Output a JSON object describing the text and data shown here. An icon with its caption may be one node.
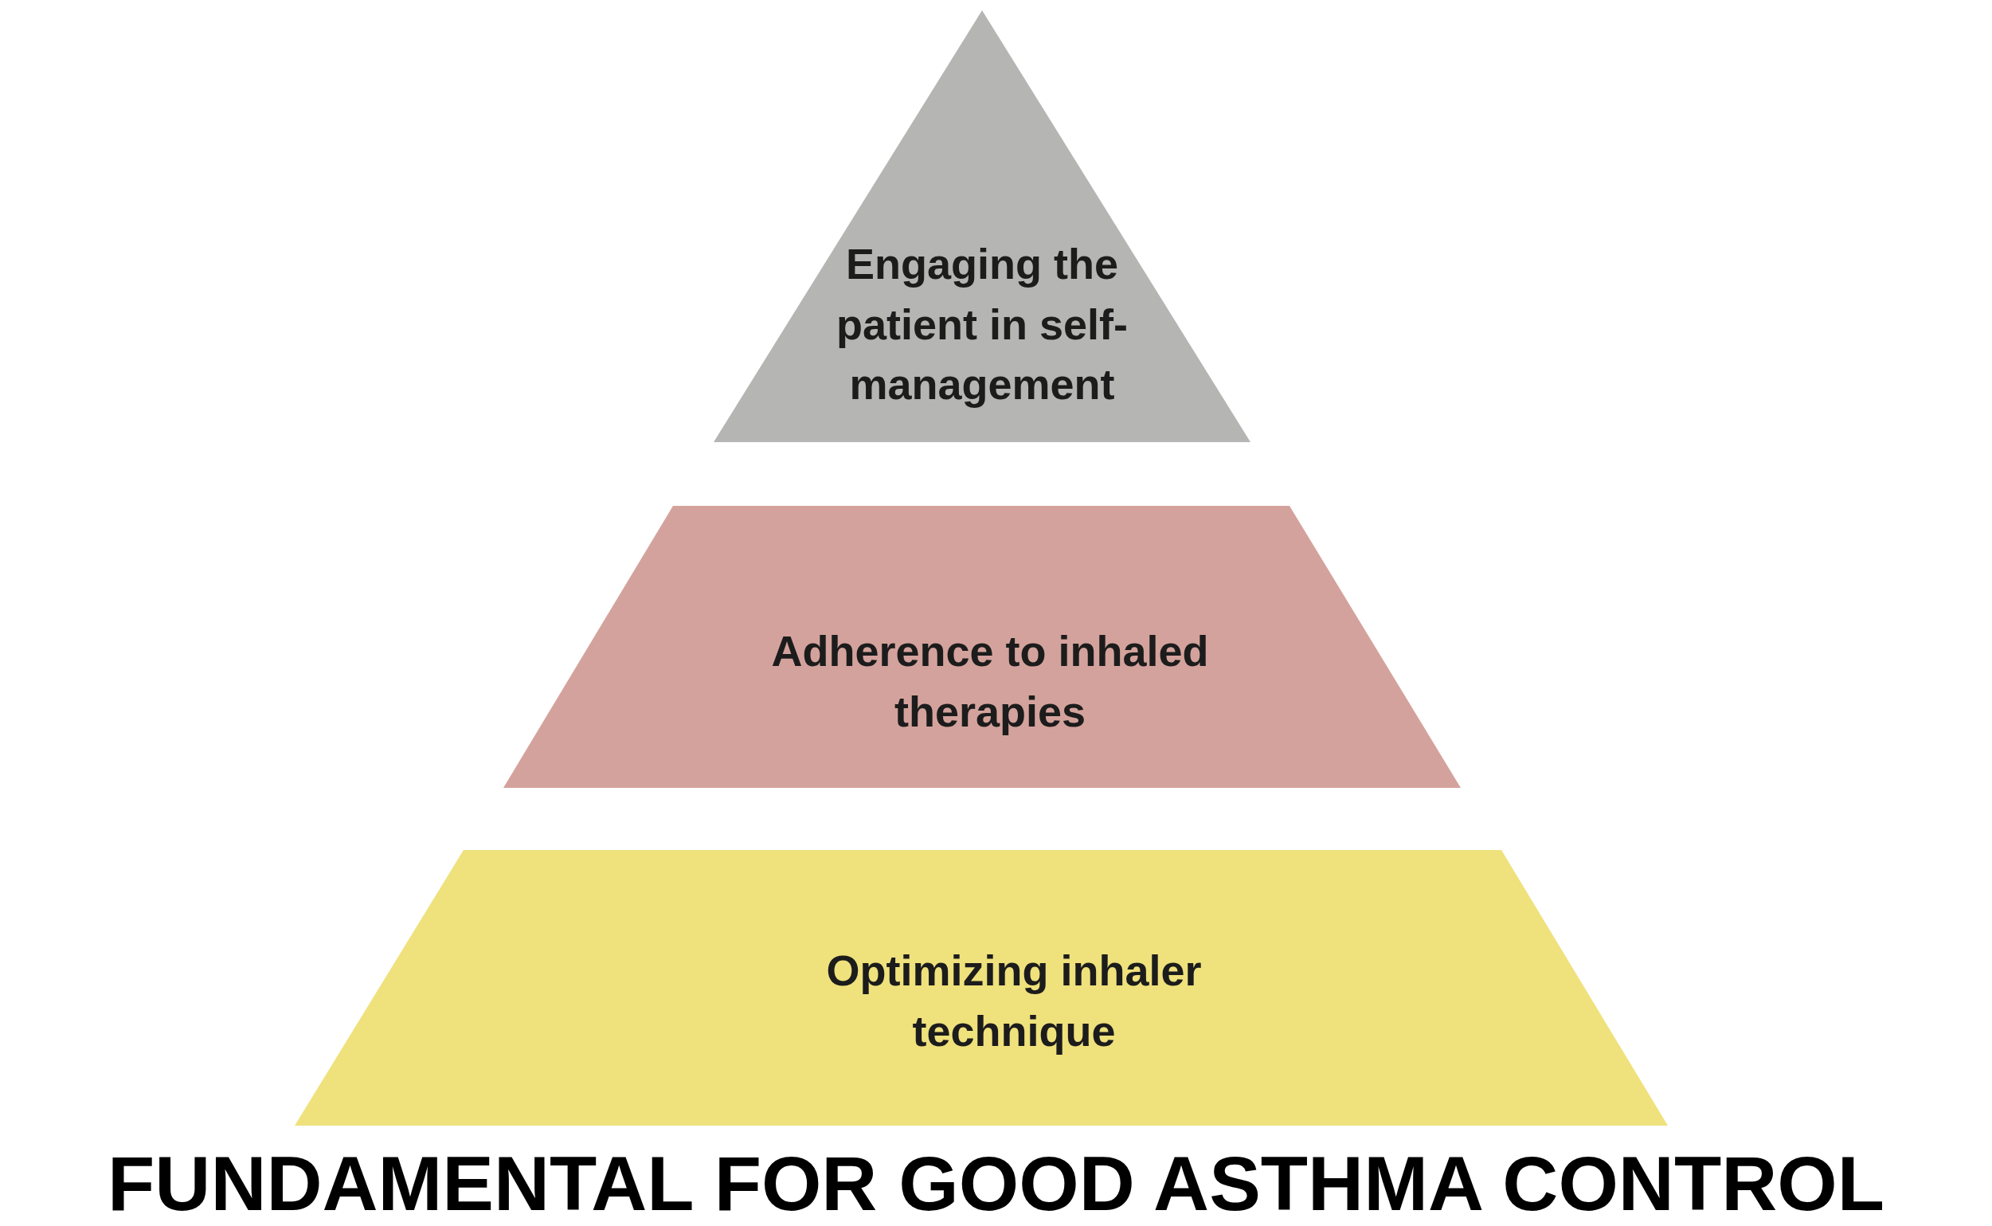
{
  "diagram": {
    "title": "FUNDAMENTAL FOR GOOD ASTHMA CONTROL",
    "nodes": [
      {
        "text": [
          "Engaging the patient in self-management"
        ]
      },
      {
        "text": [
          "Adherence to inhaled therapies"
        ]
      },
      {
        "text": [
          "Optimizing inhaler technique"
        ]
      }
    ]
  }
}
